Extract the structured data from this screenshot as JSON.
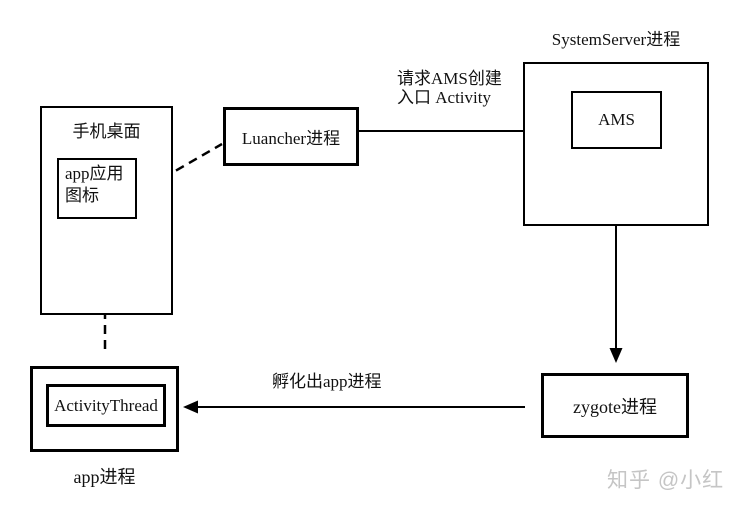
{
  "diagram": {
    "nodes": {
      "desktop": "手机桌面",
      "app_icon": "app应用\n图标",
      "launcher": "Luancher进程",
      "system_server": "SystemServer进程",
      "ams": "AMS",
      "zygote": "zygote进程",
      "activity_thread": "ActivityThread",
      "app_process": "app进程"
    },
    "edge_labels": {
      "request_ams": "请求AMS创建\n入口 Activity",
      "fork_app": "孵化出app进程"
    },
    "watermark": "知乎 @小红",
    "colors": {
      "line": "#000000",
      "background": "#ffffff",
      "watermark": "#c5c5c5"
    }
  }
}
